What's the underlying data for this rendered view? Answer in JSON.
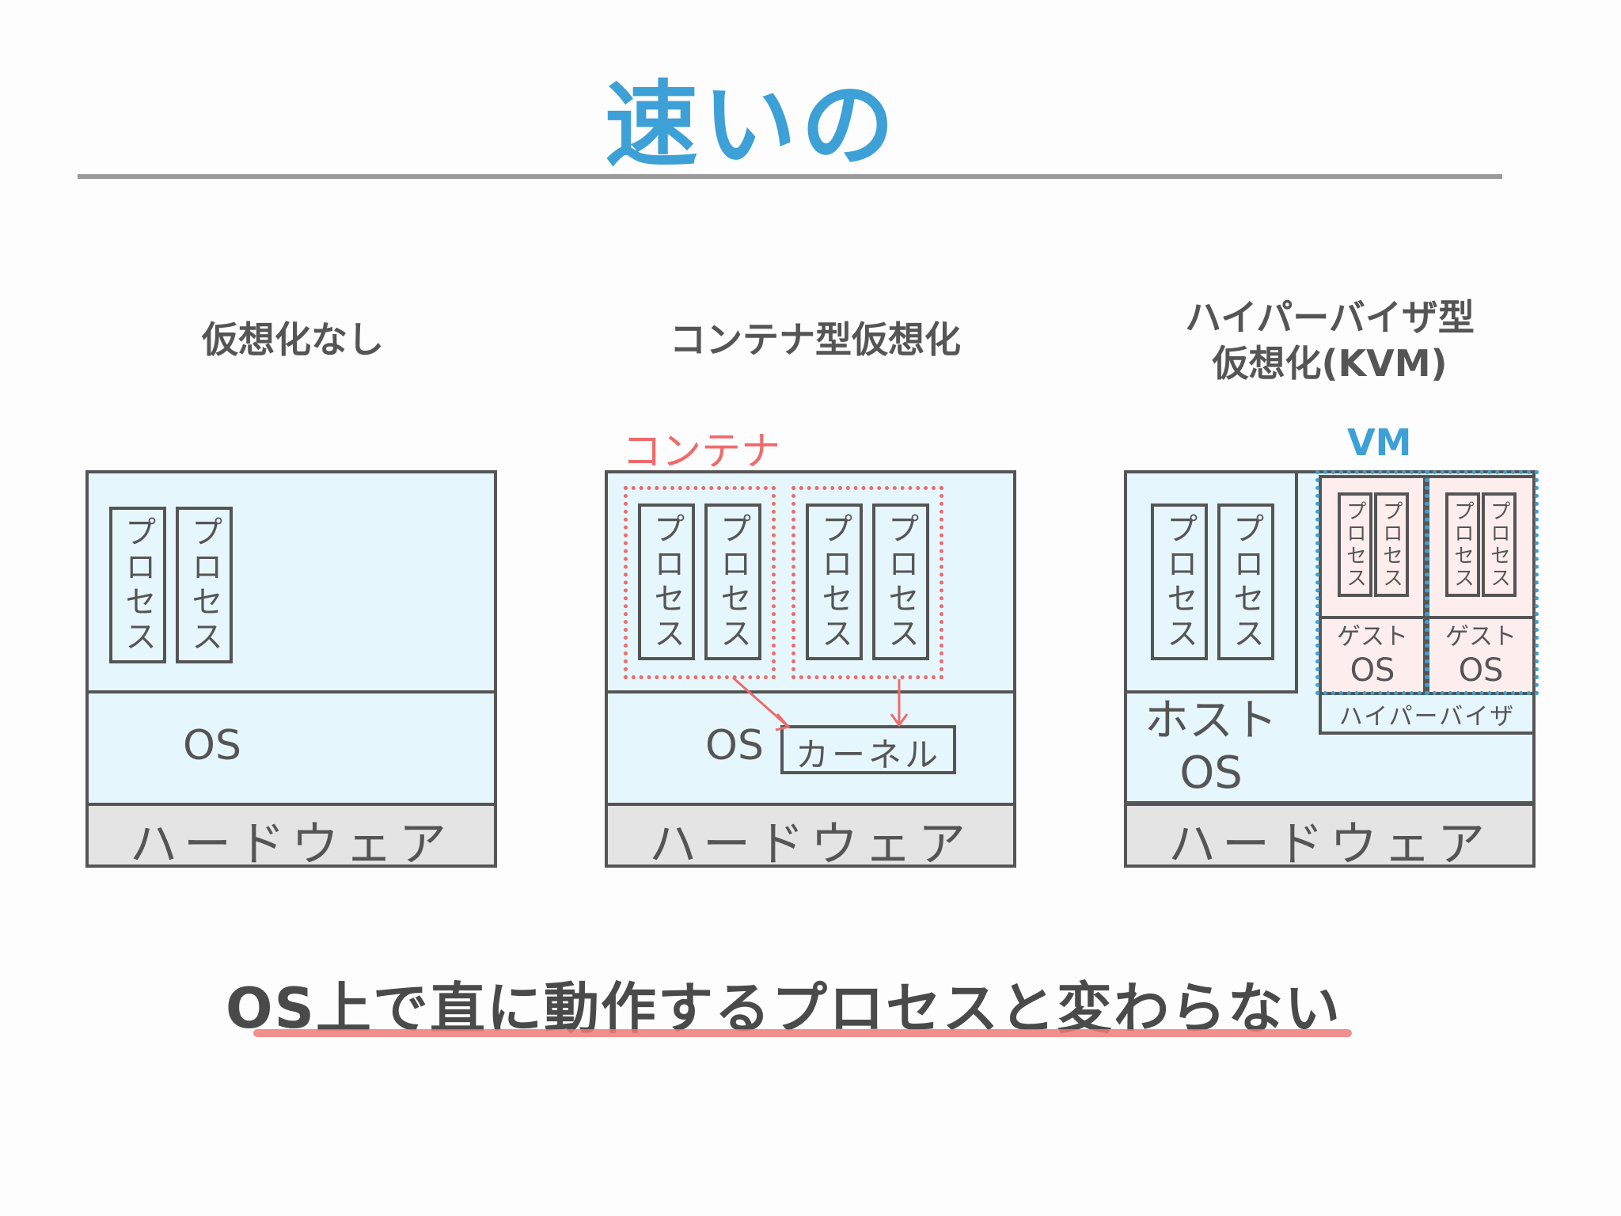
{
  "title": "速いの",
  "caption": "OS上で直に動作するプロセスと変わらない",
  "columns": {
    "none": {
      "title": "仮想化なし",
      "processes": [
        "プロセス",
        "プロセス"
      ],
      "os": "OS",
      "hardware": "ハードウェア"
    },
    "container": {
      "title": "コンテナ型仮想化",
      "container_label": "コンテナ",
      "processes": [
        "プロセス",
        "プロセス",
        "プロセス",
        "プロセス"
      ],
      "os": "OS",
      "kernel": "カーネル",
      "hardware": "ハードウェア"
    },
    "hypervisor": {
      "title_line1": "ハイパーバイザ型",
      "title_line2": "仮想化(KVM)",
      "vm_label": "VM",
      "processes": [
        "プロセス",
        "プロセス"
      ],
      "vm_processes": [
        "プロセス",
        "プロセス",
        "プロセス",
        "プロセス"
      ],
      "guest_os": [
        "ゲスト",
        "OS"
      ],
      "guest_os2": [
        "ゲスト",
        "OS"
      ],
      "host_os": [
        "ホスト",
        "OS"
      ],
      "hypervisor": "ハイパーバイザ",
      "hardware": "ハードウェア"
    }
  },
  "colors": {
    "accent_blue": "#3da0d6",
    "container_red": "#ef6b6b",
    "light_blue": "#e6f6fd",
    "pink": "#fdeeed",
    "hardware_gray": "#e4e4e4"
  }
}
